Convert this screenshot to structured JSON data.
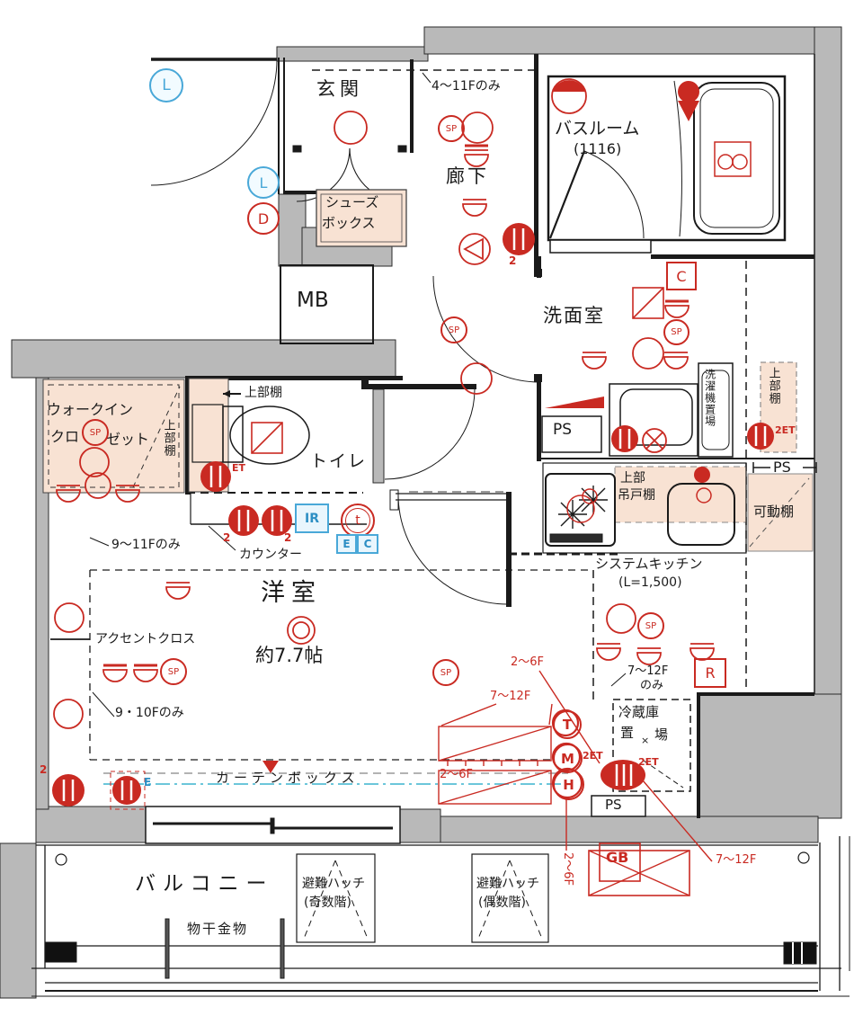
{
  "palette": {
    "wall_gray": "#b9b9b9",
    "accent_red": "#c92a22",
    "accent_blue": "#49a8d8",
    "pink": "#f8e2d3",
    "cyan": "#6cc6da"
  },
  "rooms": {
    "genkan": "玄関",
    "rouka": "廊下",
    "bathroom": "バスルーム",
    "bathroom_size": "(1116)",
    "senmenshitsu": "洗面室",
    "mb": "MB",
    "ps": "PS",
    "toilet": "トイレ",
    "wic_line1": "ウォークイン",
    "wic_line2": "クロ",
    "wic_line3": "ゼット",
    "youshitsu": "洋室",
    "youshitsu_size": "約7.7帖",
    "kitchen": "システムキッチン",
    "kitchen_size": "(L=1,500)",
    "fridge_line1": "冷蔵庫",
    "fridge_line2": "置",
    "fridge_line3": "場",
    "fridge_x": "×",
    "balcony": "バルコニー"
  },
  "features": {
    "shoes_line1": "シューズ",
    "shoes_line2": "ボックス",
    "joubudana": "上部棚",
    "tsuridana_line1": "上部",
    "tsuridana_line2": "吊戸棚",
    "kadoudana": "可動棚",
    "sentakuki": "洗濯機置場",
    "counter": "カウンター",
    "accent_cross": "アクセントクロス",
    "curtain_box": "カーテンボックス",
    "monohoshi": "物干金物",
    "hatch": "避難ハッチ",
    "hatch_odd": "(奇数階)",
    "hatch_even": "(偶数階)"
  },
  "annotations": {
    "f4_11": "4～11Fのみ",
    "f9_11": "9～11Fのみ",
    "f9_10": "9・10Fのみ",
    "f7_12": "7～12F",
    "only": "のみ",
    "f2_6": "2～6F"
  },
  "symbols": {
    "sp": "SP",
    "l": "L",
    "d": "D",
    "t": "t",
    "c": "C",
    "r": "R",
    "gb": "GB",
    "ir": "IR",
    "e": "E",
    "m": "M",
    "h": "H",
    "tt": "T",
    "two": "2",
    "et": "ET",
    "et2": "2ET"
  },
  "icons": {
    "ceiling-light": "plain red circle",
    "downlight": "red half-circle with bar",
    "speaker": "SP circle",
    "outlet-et": "red striped filled circle",
    "exhaust-fan": "red crossed circle",
    "vent": "circle with left triangle",
    "steam-symbol": "red bowtie",
    "switch-square": "red square with slash"
  }
}
